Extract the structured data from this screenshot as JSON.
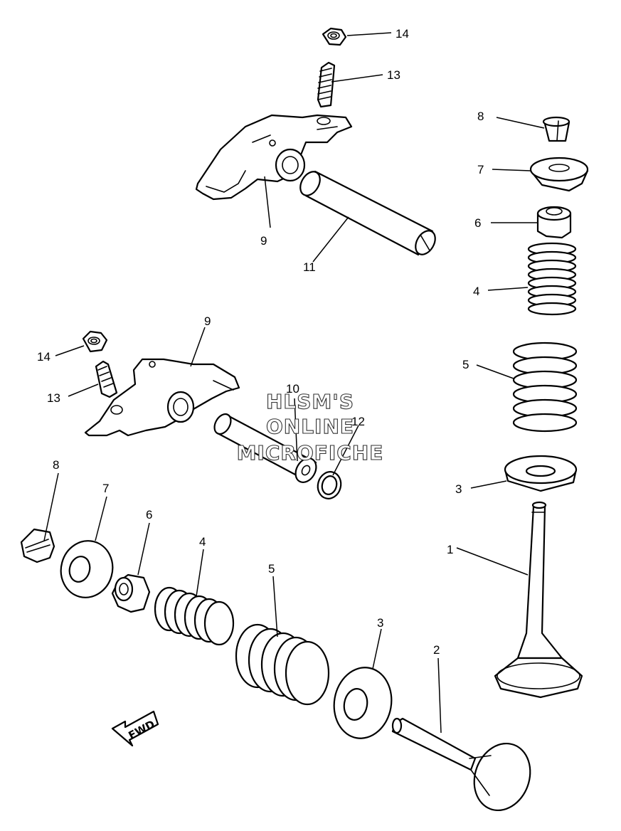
{
  "callouts": {
    "c14_top": "14",
    "c13_top": "13",
    "c9_top": "9",
    "c11": "11",
    "c8_right": "8",
    "c7_right": "7",
    "c6_right": "6",
    "c4_right": "4",
    "c5_right": "5",
    "c3_right": "3",
    "c1": "1",
    "c9_mid": "9",
    "c14_mid": "14",
    "c13_mid": "13",
    "c10": "10",
    "c12": "12",
    "c8_left": "8",
    "c7_left": "7",
    "c6_left": "6",
    "c4_left": "4",
    "c5_left": "5",
    "c3_left": "3",
    "c2": "2"
  },
  "watermark": {
    "line1": "HLSM'S",
    "line2": "ONLINE",
    "line3": "MICROFICHE"
  },
  "fwd_label": "FWD"
}
